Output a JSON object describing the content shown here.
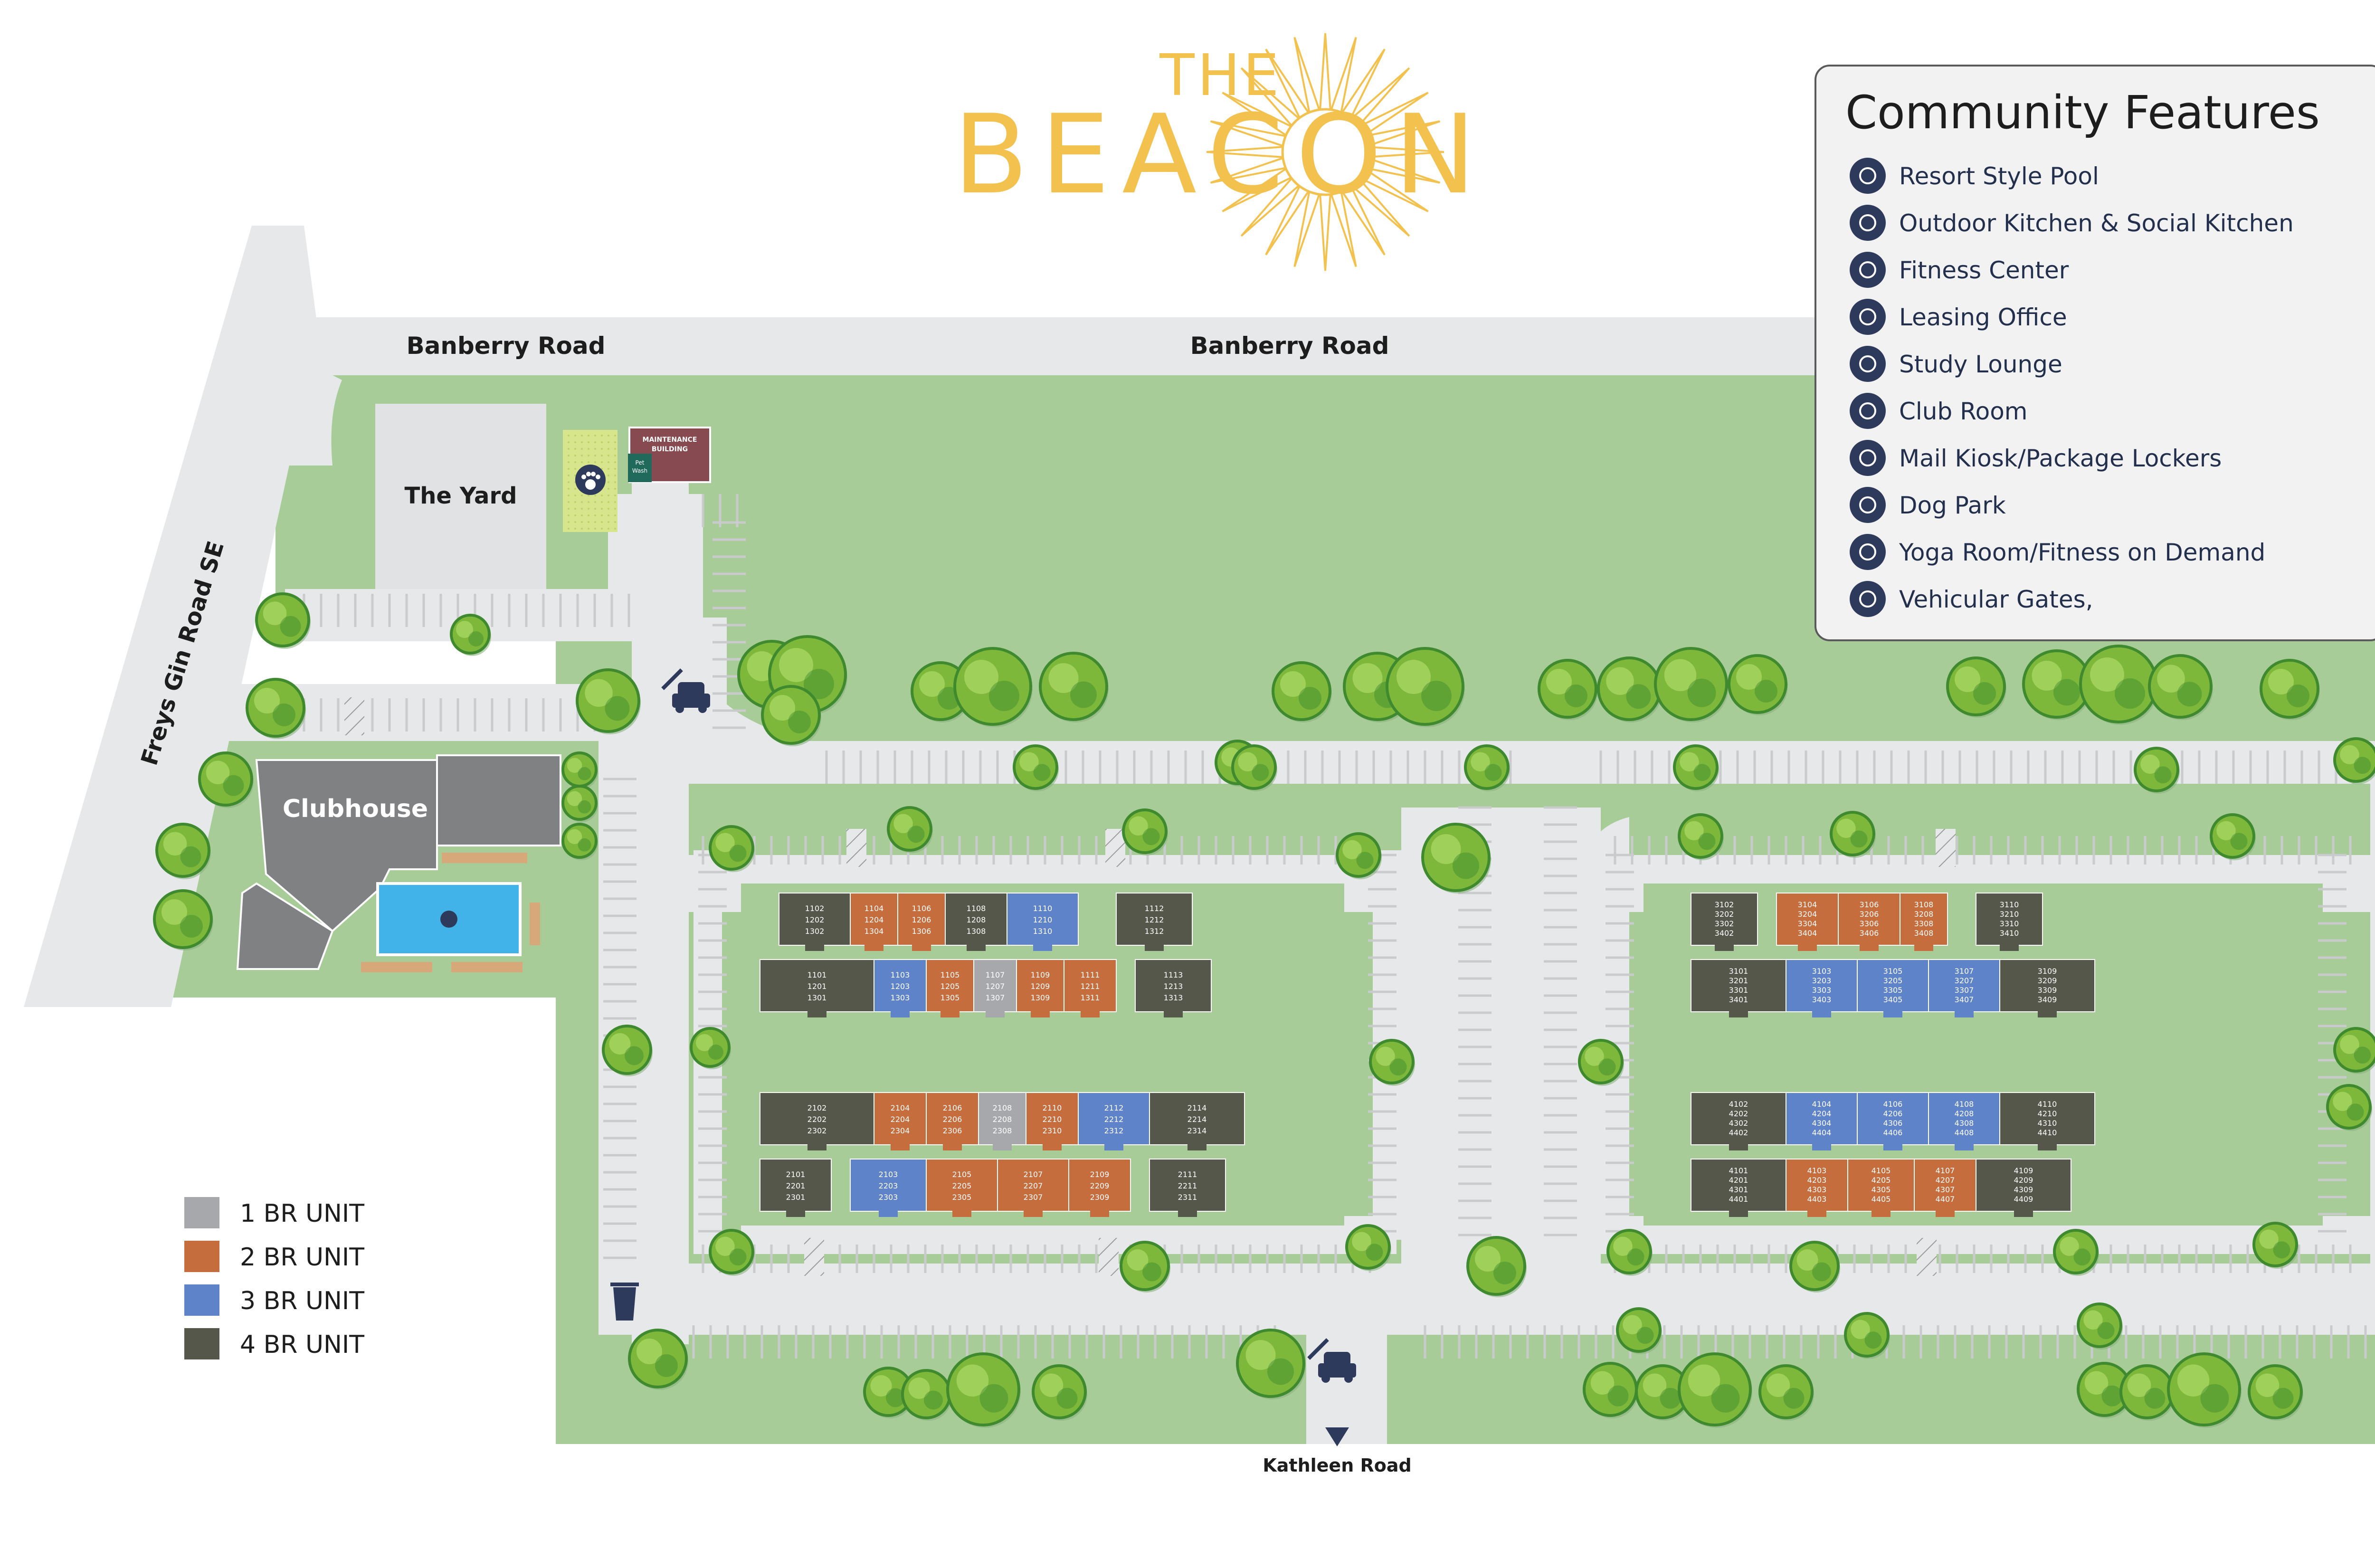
{
  "brand": {
    "logo_the": "THE",
    "logo_beacon": "BEACON",
    "logo_color": "#f2c14e"
  },
  "colors": {
    "grass": "#a7cc98",
    "pavement": "#e6e8e9",
    "building_4br": "#55574a",
    "building_3br": "#5f83c8",
    "building_2br": "#c66d3d",
    "building_1br": "#a7a8ab",
    "clubhouse": "#808183",
    "maintenance": "#874a50",
    "icon_navy": "#2d3a5c",
    "tree_light": "#7db83b",
    "tree_dark": "#3f8a2e",
    "pool": "#41b3e8"
  },
  "roads": {
    "banberry_left": "Banberry Road",
    "banberry_right": "Banberry Road",
    "freys_gin": "Freys Gin Road SE",
    "kathleen": "Kathleen Road"
  },
  "places": {
    "yard": "The Yard",
    "clubhouse": "Clubhouse",
    "maintenance_line1": "MAINTENANCE",
    "maintenance_line2": "BUILDING",
    "pet_wash_line1": "Pet",
    "pet_wash_line2": "Wash"
  },
  "features": {
    "title": "Community Features",
    "items": [
      {
        "label": "Resort Style Pool",
        "icon": "pool-icon"
      },
      {
        "label": "Outdoor Kitchen & Social Kitchen",
        "icon": "kitchen-icon"
      },
      {
        "label": "Fitness Center",
        "icon": "dumbbell-icon"
      },
      {
        "label": "Leasing Office",
        "icon": "leasing-office-icon"
      },
      {
        "label": "Study Lounge",
        "icon": "study-lounge-icon"
      },
      {
        "label": "Club Room",
        "icon": "billiards-icon"
      },
      {
        "label": "Mail Kiosk/Package Lockers",
        "icon": "mail-icon"
      },
      {
        "label": "Dog Park",
        "icon": "paw-icon"
      },
      {
        "label": "Yoga Room/Fitness on Demand",
        "icon": "yoga-icon"
      },
      {
        "label": "Vehicular Gates,",
        "icon": "gate-icon"
      }
    ]
  },
  "legend": [
    {
      "label": "1 BR UNIT",
      "color": "#a7a8ab"
    },
    {
      "label": "2 BR UNIT",
      "color": "#c66d3d"
    },
    {
      "label": "3 BR UNIT",
      "color": "#5f83c8"
    },
    {
      "label": "4 BR UNIT",
      "color": "#55574a"
    }
  ],
  "buildings": [
    {
      "id": "b-row1-top",
      "units": [
        {
          "type": "4br",
          "lines": [
            "1102",
            "1202",
            "1302"
          ]
        },
        {
          "type": "2br",
          "lines": [
            "1104",
            "1204",
            "1304"
          ]
        },
        {
          "type": "2br",
          "lines": [
            "1106",
            "1206",
            "1306"
          ]
        },
        {
          "type": "4br",
          "lines": [
            "1108",
            "1208",
            "1308"
          ]
        },
        {
          "type": "3br",
          "lines": [
            "1110",
            "1210",
            "1310"
          ]
        },
        {
          "type": "4br",
          "lines": [
            "1112",
            "1212",
            "1312"
          ]
        },
        {
          "type": "4br",
          "lines": [
            "3102",
            "3202",
            "3302",
            "3402"
          ]
        },
        {
          "type": "2br",
          "lines": [
            "3104",
            "3204",
            "3304",
            "3404"
          ]
        },
        {
          "type": "2br",
          "lines": [
            "3106",
            "3206",
            "3306",
            "3406"
          ]
        },
        {
          "type": "2br",
          "lines": [
            "3108",
            "3208",
            "3308",
            "3408"
          ]
        },
        {
          "type": "4br",
          "lines": [
            "3110",
            "3210",
            "3310",
            "3410"
          ]
        }
      ]
    },
    {
      "id": "b-row1-bottom",
      "units": [
        {
          "type": "4br",
          "lines": [
            "1101",
            "1201",
            "1301"
          ]
        },
        {
          "type": "3br",
          "lines": [
            "1103",
            "1203",
            "1303"
          ]
        },
        {
          "type": "2br",
          "lines": [
            "1105",
            "1205",
            "1305"
          ]
        },
        {
          "type": "1br",
          "lines": [
            "1107",
            "1207",
            "1307"
          ]
        },
        {
          "type": "2br",
          "lines": [
            "1109",
            "1209",
            "1309"
          ]
        },
        {
          "type": "2br",
          "lines": [
            "1111",
            "1211",
            "1311"
          ]
        },
        {
          "type": "4br",
          "lines": [
            "1113",
            "1213",
            "1313"
          ]
        },
        {
          "type": "4br",
          "lines": [
            "3101",
            "3201",
            "3301",
            "3401"
          ]
        },
        {
          "type": "3br",
          "lines": [
            "3103",
            "3203",
            "3303",
            "3403"
          ]
        },
        {
          "type": "3br",
          "lines": [
            "3105",
            "3205",
            "3305",
            "3405"
          ]
        },
        {
          "type": "3br",
          "lines": [
            "3107",
            "3207",
            "3307",
            "3407"
          ]
        },
        {
          "type": "4br",
          "lines": [
            "3109",
            "3209",
            "3309",
            "3409"
          ]
        }
      ]
    },
    {
      "id": "b-row2-top",
      "units": [
        {
          "type": "4br",
          "lines": [
            "2102",
            "2202",
            "2302"
          ]
        },
        {
          "type": "2br",
          "lines": [
            "2104",
            "2204",
            "2304"
          ]
        },
        {
          "type": "2br",
          "lines": [
            "2106",
            "2206",
            "2306"
          ]
        },
        {
          "type": "1br",
          "lines": [
            "2108",
            "2208",
            "2308"
          ]
        },
        {
          "type": "2br",
          "lines": [
            "2110",
            "2210",
            "2310"
          ]
        },
        {
          "type": "3br",
          "lines": [
            "2112",
            "2212",
            "2312"
          ]
        },
        {
          "type": "4br",
          "lines": [
            "2114",
            "2214",
            "2314"
          ]
        },
        {
          "type": "4br",
          "lines": [
            "4102",
            "4202",
            "4302",
            "4402"
          ]
        },
        {
          "type": "3br",
          "lines": [
            "4104",
            "4204",
            "4304",
            "4404"
          ]
        },
        {
          "type": "3br",
          "lines": [
            "4106",
            "4206",
            "4306",
            "4406"
          ]
        },
        {
          "type": "3br",
          "lines": [
            "4108",
            "4208",
            "4308",
            "4408"
          ]
        },
        {
          "type": "4br",
          "lines": [
            "4110",
            "4210",
            "4310",
            "4410"
          ]
        }
      ]
    },
    {
      "id": "b-row2-bottom",
      "units": [
        {
          "type": "4br",
          "lines": [
            "2101",
            "2201",
            "2301"
          ]
        },
        {
          "type": "3br",
          "lines": [
            "2103",
            "2203",
            "2303"
          ]
        },
        {
          "type": "2br",
          "lines": [
            "2105",
            "2205",
            "2305"
          ]
        },
        {
          "type": "2br",
          "lines": [
            "2107",
            "2207",
            "2307"
          ]
        },
        {
          "type": "2br",
          "lines": [
            "2109",
            "2209",
            "2309"
          ]
        },
        {
          "type": "4br",
          "lines": [
            "2111",
            "2211",
            "2311"
          ]
        },
        {
          "type": "4br",
          "lines": [
            "4101",
            "4201",
            "4301",
            "4401"
          ]
        },
        {
          "type": "2br",
          "lines": [
            "4103",
            "4203",
            "4303",
            "4403"
          ]
        },
        {
          "type": "2br",
          "lines": [
            "4105",
            "4205",
            "4305",
            "4405"
          ]
        },
        {
          "type": "2br",
          "lines": [
            "4107",
            "4207",
            "4307",
            "4407"
          ]
        },
        {
          "type": "4br",
          "lines": [
            "4109",
            "4209",
            "4309",
            "4409"
          ]
        }
      ]
    }
  ]
}
